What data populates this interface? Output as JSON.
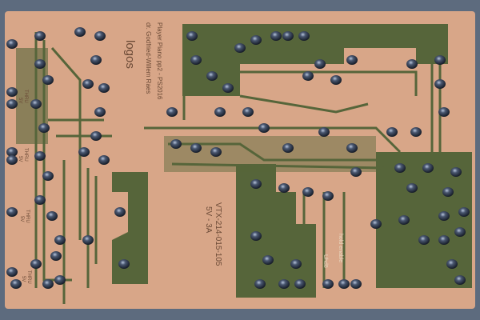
{
  "board": {
    "title": "Player Piano pp2 - PS2016",
    "author": "dr. Godfried-Willem Raes",
    "logo_text": "logos",
    "part_number": "VTX-214-015-105",
    "power_rating": "5V - 3A",
    "label_uhd": "Uhd8",
    "label_hold": "hold enable",
    "edge_labels": [
      {
        "top": "THRU",
        "bottom": "5V"
      },
      {
        "top": "THRU",
        "bottom": "5V"
      },
      {
        "top": "THRU",
        "bottom": "5V"
      },
      {
        "top": "THRU",
        "bottom": "5V"
      }
    ]
  },
  "colors": {
    "background": "#5d6b7e",
    "copper": "#d8a688",
    "soldermask_green": "#56653a",
    "solder": "#2a3340"
  }
}
